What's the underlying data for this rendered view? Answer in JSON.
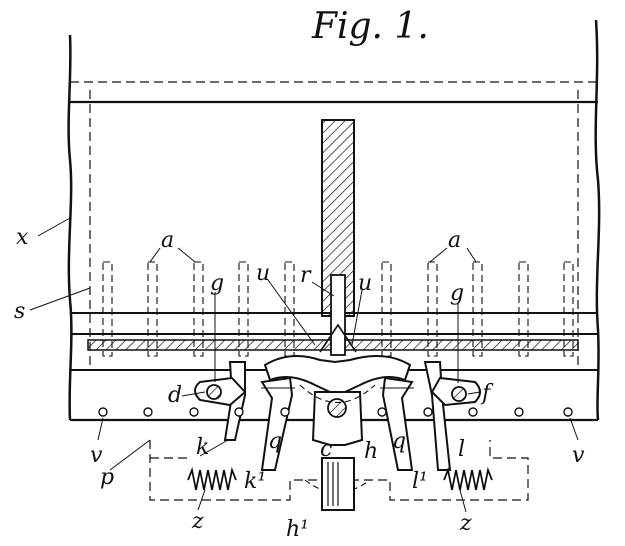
{
  "title": "Fig. 1.",
  "labels": {
    "x": "x",
    "s": "s",
    "a_left": "a",
    "a_right": "a",
    "g_left": "g",
    "g_right": "g",
    "u_left": "u",
    "u_right": "u",
    "r": "r",
    "d": "d",
    "f": "f",
    "q_left": "q",
    "q_right": "q",
    "c": "c",
    "h": "h",
    "k": "k",
    "k1": "k¹",
    "l": "l",
    "l1": "l¹",
    "v_left": "v",
    "v_right": "v",
    "p": "p",
    "z_left": "z",
    "z_right": "z",
    "h1": "h¹"
  },
  "colors": {
    "ink": "#111111",
    "paper": "#ffffff"
  }
}
